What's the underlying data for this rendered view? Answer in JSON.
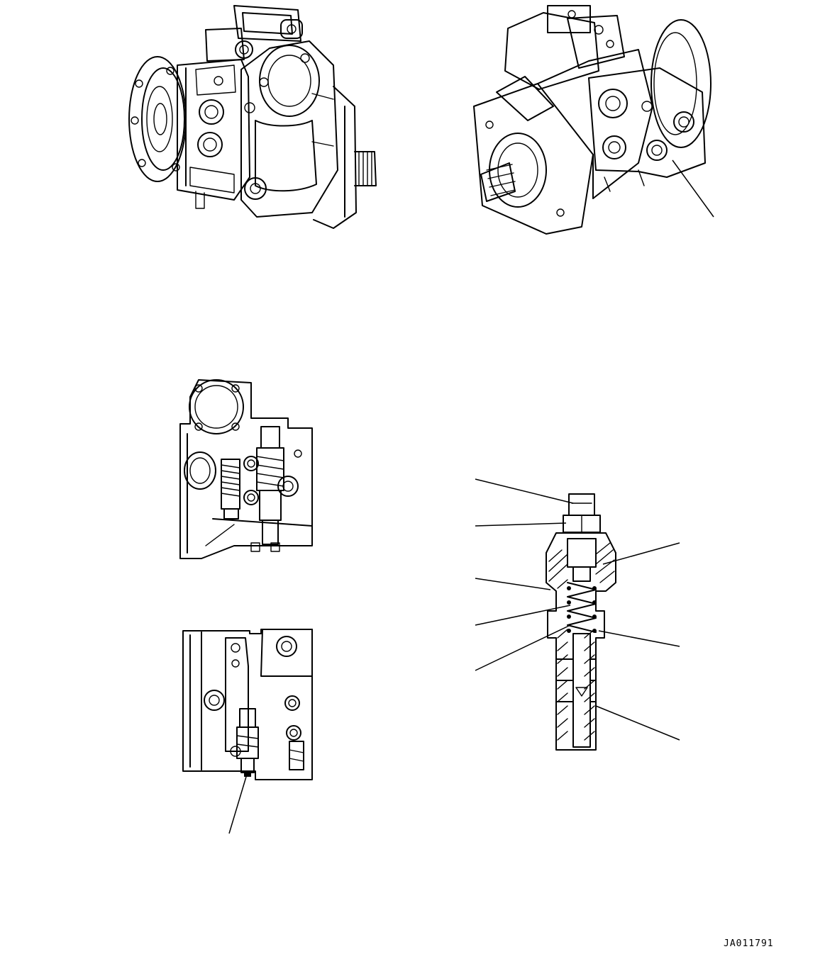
{
  "drawing_code": "JA011791",
  "colors": {
    "line": "#000000",
    "background": "#ffffff"
  },
  "views": [
    {
      "name": "pump-isometric-left"
    },
    {
      "name": "pump-isometric-right"
    },
    {
      "name": "pump-side-view-top"
    },
    {
      "name": "pump-side-view-bottom"
    },
    {
      "name": "relief-valve-cross-section"
    }
  ]
}
